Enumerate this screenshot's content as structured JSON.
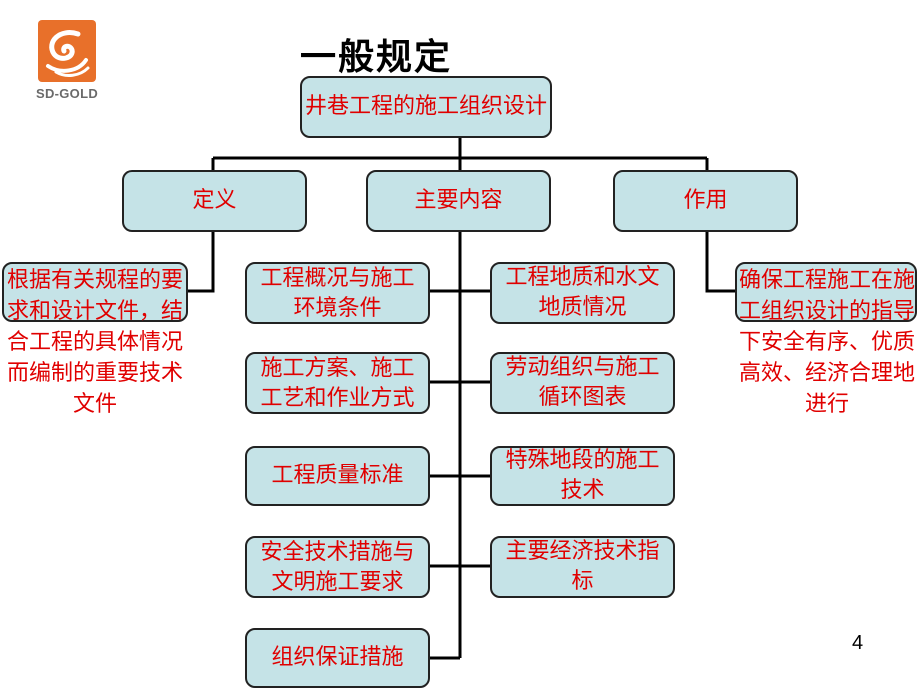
{
  "logo": {
    "text": "SD-GOLD",
    "color": "#e8702a"
  },
  "title": "一般规定",
  "root": "井巷工程的施工组织设计",
  "branches": {
    "definition": "定义",
    "content": "主要内容",
    "function": "作用"
  },
  "definition_text": "根据有关规程的要求和设计文件，结合工程的具体情况而编制的重要技术文件",
  "function_text": "确保工程施工在施工组织设计的指导下安全有序、优质高效、经济合理地进行",
  "content_left": [
    "工程概况与施工环境条件",
    "施工方案、施工工艺和作业方式",
    "工程质量标准",
    "安全技术措施与文明施工要求",
    "组织保证措施"
  ],
  "content_right": [
    "工程地质和水文地质情况",
    "劳动组织与施工循环图表",
    "特殊地段的施工技术",
    "主要经济技术指标"
  ],
  "page_number": "4",
  "colors": {
    "box_fill": "#c5e3e7",
    "text_red": "#e00000",
    "line": "#000000"
  }
}
